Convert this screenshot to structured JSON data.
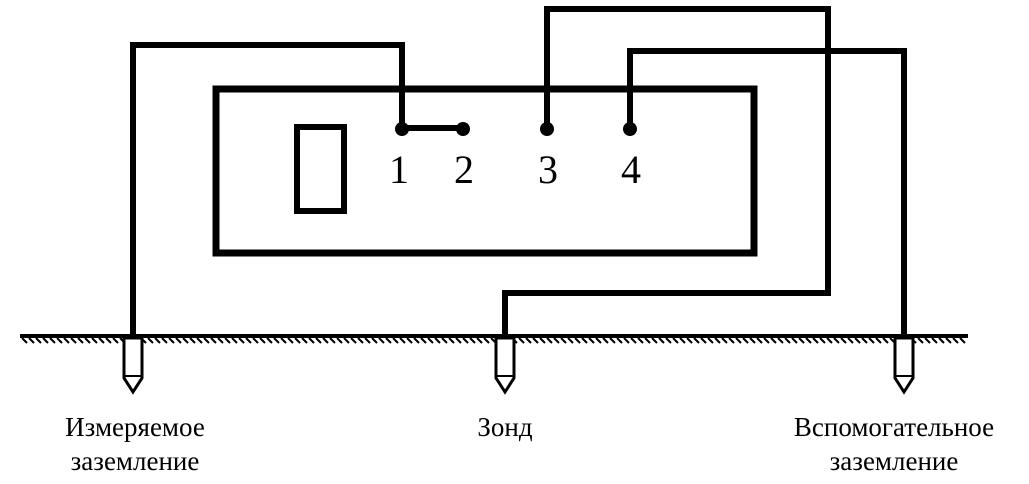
{
  "terminals": [
    {
      "id": "1",
      "label": "1"
    },
    {
      "id": "2",
      "label": "2"
    },
    {
      "id": "3",
      "label": "3"
    },
    {
      "id": "4",
      "label": "4"
    }
  ],
  "electrodes": {
    "measured": {
      "line1": "Измеряемое",
      "line2": "заземление"
    },
    "probe": {
      "line1": "Зонд"
    },
    "auxiliary": {
      "line1": "Вспомогательное",
      "line2": "заземление"
    }
  },
  "colors": {
    "ink": "#000000",
    "background": "#ffffff"
  }
}
